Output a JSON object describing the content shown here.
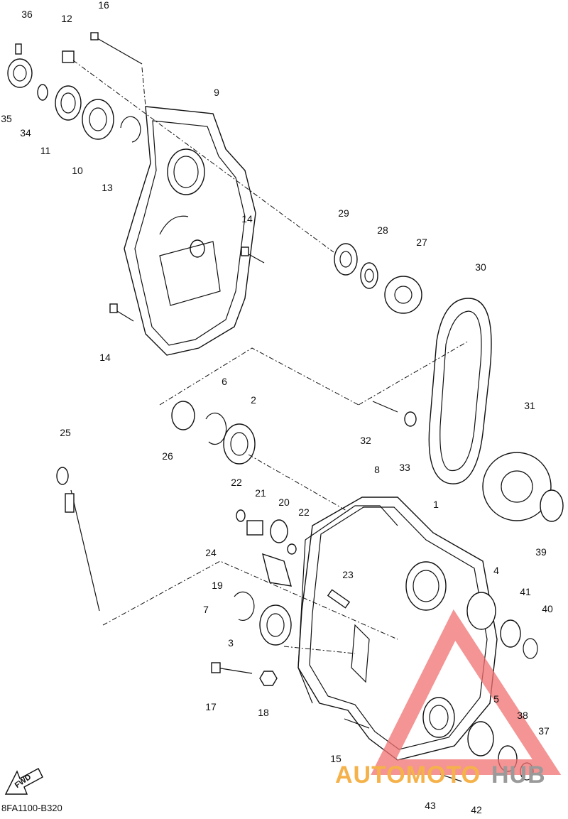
{
  "diagram_code": "8FA1100-B320",
  "fwd_label": "FWD",
  "watermark": {
    "part1": "AUTOMOTO",
    "part2": "HUB"
  },
  "callouts": [
    "36",
    "12",
    "16",
    "9",
    "35",
    "34",
    "11",
    "10",
    "13",
    "14",
    "29",
    "28",
    "27",
    "30",
    "14",
    "6",
    "2",
    "26",
    "32",
    "33",
    "31",
    "25",
    "22",
    "21",
    "20",
    "22",
    "8",
    "1",
    "24",
    "19",
    "23",
    "4",
    "41",
    "40",
    "39",
    "7",
    "3",
    "17",
    "18",
    "15",
    "5",
    "38",
    "37",
    "43",
    "42"
  ],
  "colors": {
    "watermark_triangle": "#f07070",
    "watermark_text_primary": "#f5b24a",
    "watermark_text_secondary": "#9a9a9a",
    "ink": "#111111"
  }
}
